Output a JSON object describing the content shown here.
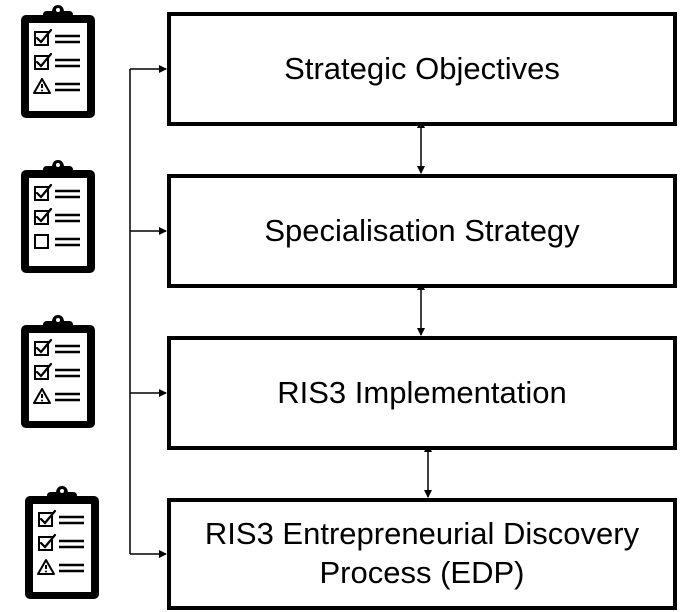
{
  "diagram": {
    "boxes": [
      {
        "id": "strategic-objectives",
        "label": "Strategic Objectives"
      },
      {
        "id": "specialisation-strategy",
        "label": "Specialisation Strategy"
      },
      {
        "id": "ris3-implementation",
        "label": "RIS3 Implementation"
      },
      {
        "id": "ris3-edp",
        "label": "RIS3 Entrepreneurial Discovery Process (EDP)"
      }
    ],
    "checklists": [
      {
        "items": [
          "check",
          "check",
          "warning"
        ]
      },
      {
        "items": [
          "check",
          "check",
          "empty"
        ]
      },
      {
        "items": [
          "check",
          "check",
          "warning"
        ]
      },
      {
        "items": [
          "check",
          "check",
          "warning"
        ]
      }
    ],
    "colors": {
      "stroke": "#000000",
      "background": "#ffffff"
    },
    "icons": {
      "clipboard": "clipboard-checklist-icon",
      "check": "checked-box-icon",
      "empty": "empty-box-icon",
      "warning": "warning-triangle-icon"
    }
  }
}
